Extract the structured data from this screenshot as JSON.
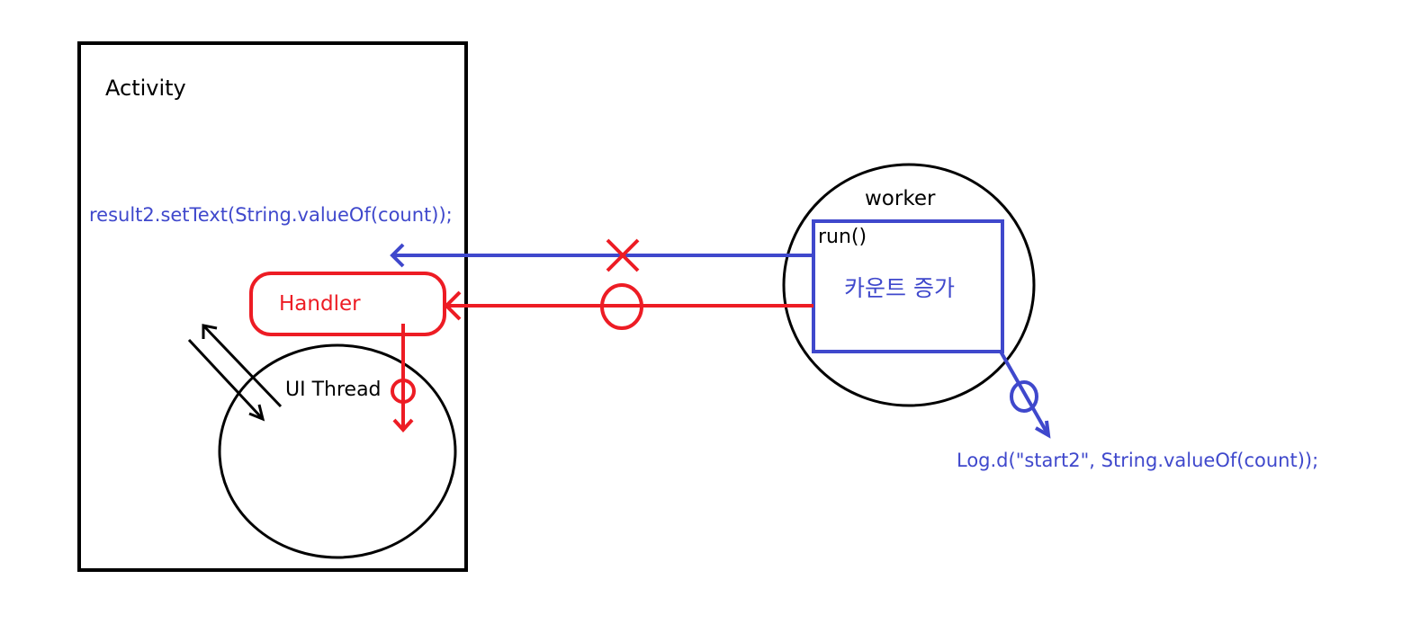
{
  "colors": {
    "black": "#000000",
    "blue": "#3f48cc",
    "red": "#ed1c24",
    "background": "#ffffff"
  },
  "labels": {
    "activity": "Activity",
    "set_text_code": "result2.setText(String.valueOf(count));",
    "handler": "Handler",
    "ui_thread": "UI Thread",
    "worker": "worker",
    "run": "run()",
    "count_increase": "카운트 증가",
    "log_code": "Log.d(\"start2\",  String.valueOf(count));"
  },
  "marks": {
    "not_allowed": "cross-mark",
    "allowed": "circle-mark"
  }
}
